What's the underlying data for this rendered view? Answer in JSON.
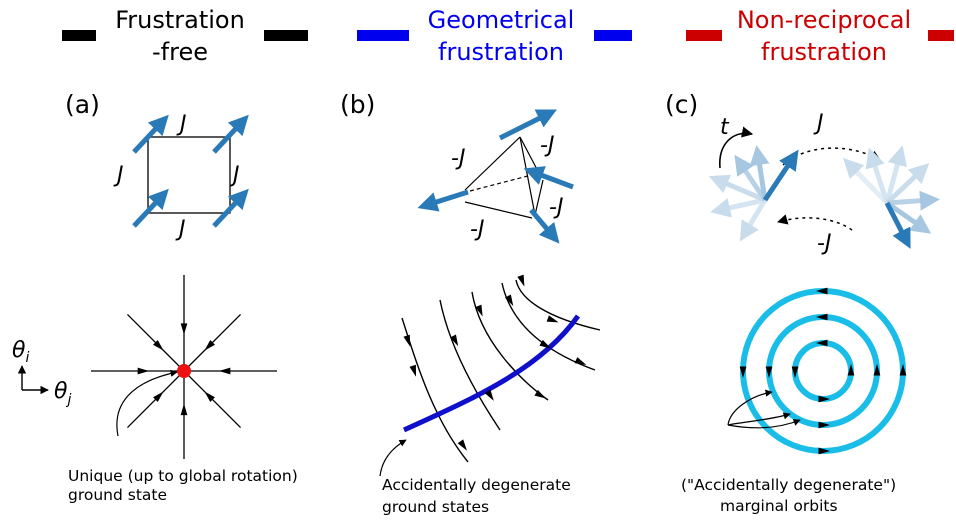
{
  "headers": {
    "a": {
      "line1": "Frustration",
      "line2": "-free",
      "color": "#000000"
    },
    "b": {
      "line1": "Geometrical",
      "line2": "frustration",
      "color": "#0000ee"
    },
    "c": {
      "line1": "Non-reciprocal",
      "line2": "frustration",
      "color": "#cc0000"
    }
  },
  "panels": {
    "a": "(a)",
    "b": "(b)",
    "c": "(c)"
  },
  "couplings": {
    "J": "J",
    "minusJ": "-J",
    "t": "t"
  },
  "axes": {
    "vertical": "θ",
    "vertical_sub": "i",
    "horizontal": "θ",
    "horizontal_sub": "j"
  },
  "captions": {
    "a_line1": "Unique (up to global rotation)",
    "a_line2": "ground state",
    "b_line1": "Accidentally degenerate",
    "b_line2": "ground states",
    "c_line1": "(\"Accidentally degenerate\")",
    "c_line2": "marginal orbits"
  },
  "colors": {
    "spin": "#2a7ab8",
    "fixed_point": "#ee1111",
    "degenerate_line": "#1010cc",
    "orbit": "#19bde8"
  }
}
